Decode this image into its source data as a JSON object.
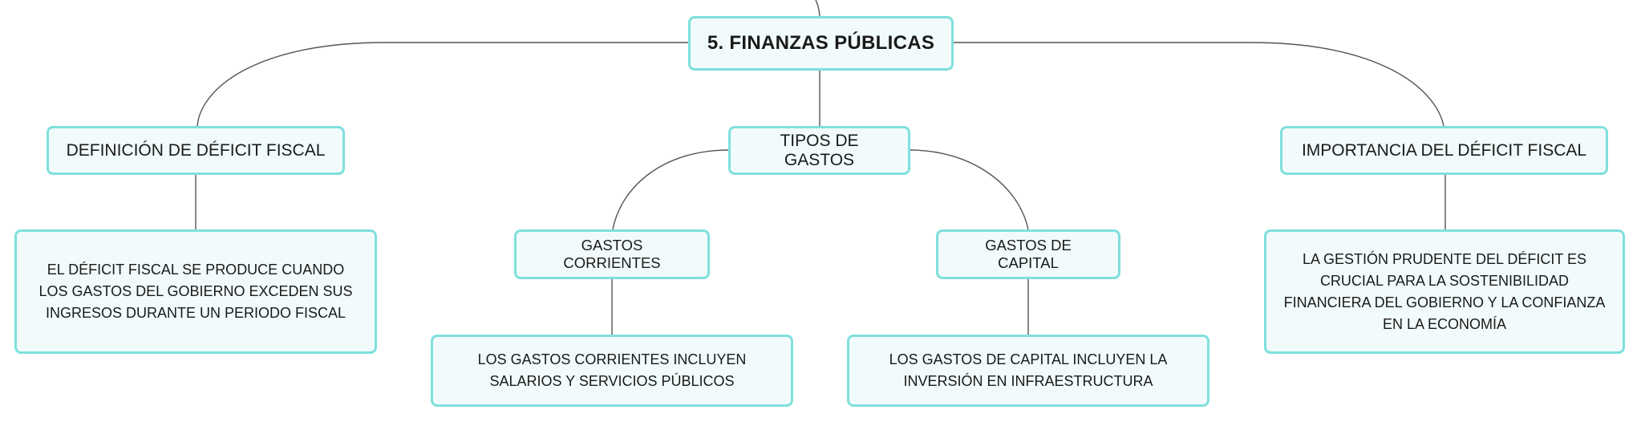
{
  "diagram": {
    "root": {
      "label": "5. FINANZAS PÚBLICAS"
    },
    "branches": {
      "definicion": {
        "label": "DEFINICIÓN DE DÉFICIT FISCAL",
        "detail": "EL DÉFICIT FISCAL SE PRODUCE CUANDO LOS GASTOS DEL GOBIERNO EXCEDEN SUS INGRESOS DURANTE UN PERIODO FISCAL"
      },
      "tipos": {
        "label": "TIPOS DE GASTOS",
        "children": [
          {
            "label": "GASTOS CORRIENTES",
            "detail": "LOS GASTOS CORRIENTES INCLUYEN SALARIOS Y SERVICIOS PÚBLICOS"
          },
          {
            "label": "GASTOS DE CAPITAL",
            "detail": "LOS GASTOS DE CAPITAL INCLUYEN LA INVERSIÓN EN INFRAESTRUCTURA"
          }
        ]
      },
      "importancia": {
        "label": "IMPORTANCIA DEL DÉFICIT FISCAL",
        "detail": "LA GESTIÓN PRUDENTE DEL DÉFICIT ES CRUCIAL PARA LA SOSTENIBILIDAD FINANCIERA DEL GOBIERNO Y LA CONFIANZA EN LA ECONOMÍA"
      }
    },
    "colors": {
      "node_border": "#7fe0dc",
      "node_fill": "#f1fbfb",
      "connector": "#555555"
    }
  }
}
